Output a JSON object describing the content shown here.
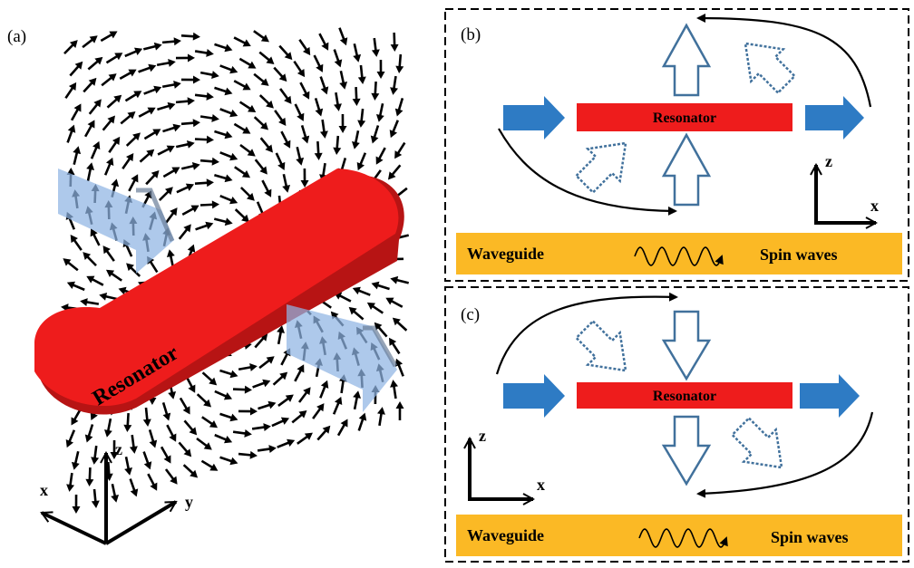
{
  "panel_a": {
    "label": "(a)",
    "resonator_label": "Resonator",
    "axes": {
      "z": "z",
      "x": "x",
      "y": "y"
    },
    "colors": {
      "resonator": "#e8211c",
      "resonator_edge": "#a01010",
      "arrow": "#000000",
      "slab": "#8fb4e3"
    }
  },
  "panel_b": {
    "label": "(b)",
    "resonator_label": "Resonator",
    "waveguide_label": "Waveguide",
    "spin_waves_label": "Spin waves",
    "axes": {
      "z": "z",
      "x": "x"
    }
  },
  "panel_c": {
    "label": "(c)",
    "resonator_label": "Resonator",
    "waveguide_label": "Waveguide",
    "spin_waves_label": "Spin waves",
    "axes": {
      "z": "z",
      "x": "x"
    }
  },
  "colors": {
    "resonator": "#ee1c1c",
    "waveguide": "#fbb925",
    "blue_arrow": "#2e7bc4",
    "outline_arrow": "#41719c"
  }
}
